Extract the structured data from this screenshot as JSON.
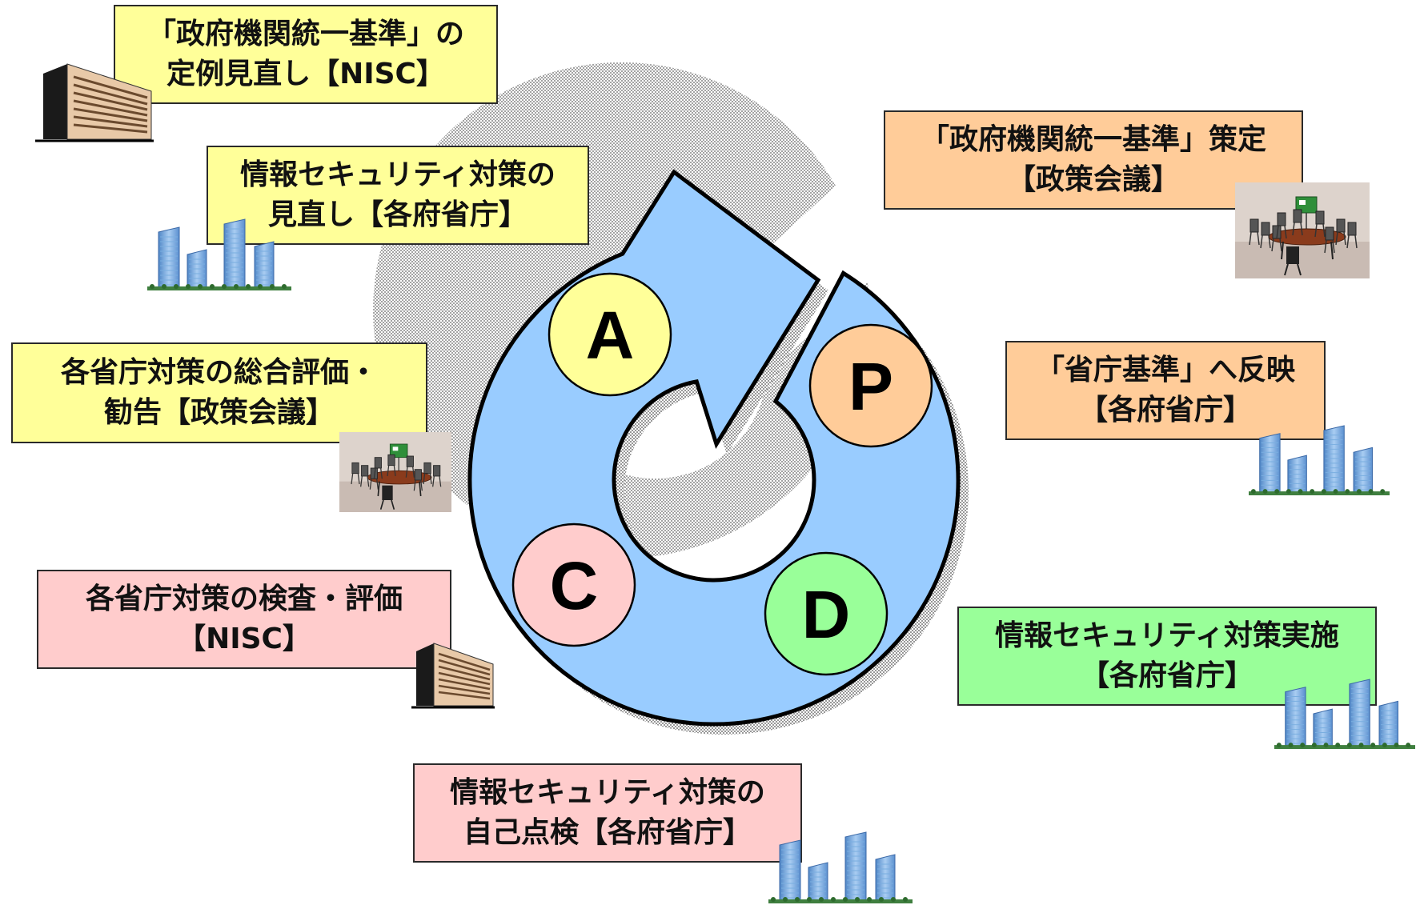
{
  "boxes": {
    "act_review": {
      "line1": "「政府機関統一基準」の",
      "line2": "定例見直し【NISC】"
    },
    "act_agency": {
      "line1": "情報セキュリティ対策の",
      "line2": "見直し【各府省庁】"
    },
    "act_eval": {
      "line1": "各省庁対策の総合評価・",
      "line2": "勧告【政策会議】"
    },
    "plan_standard": {
      "line1": "「政府機関統一基準」策定",
      "line2": "【政策会議】"
    },
    "plan_reflect": {
      "line1": "「省庁基準」へ反映",
      "line2": "【各府省庁】"
    },
    "check_inspect": {
      "line1": "各省庁対策の検査・評価",
      "line2": "【NISC】"
    },
    "do_implement": {
      "line1": "情報セキュリティ対策実施",
      "line2": "【各府省庁】"
    },
    "check_self": {
      "line1": "情報セキュリティ対策の",
      "line2": "自己点検【各府省庁】"
    }
  },
  "phases": {
    "plan": "P",
    "do": "D",
    "check": "C",
    "act": "A"
  },
  "colors": {
    "ring_fill": "#99ccff",
    "ring_shadow": "#999999",
    "plan": "#ffcc99",
    "do": "#99ff99",
    "check": "#ffcccc",
    "act": "#ffff99",
    "outline": "#000000"
  },
  "icons": {
    "office_building": "office-building-icon",
    "skyscrapers": "skyscrapers-icon",
    "meeting_room": "meeting-room-icon"
  }
}
